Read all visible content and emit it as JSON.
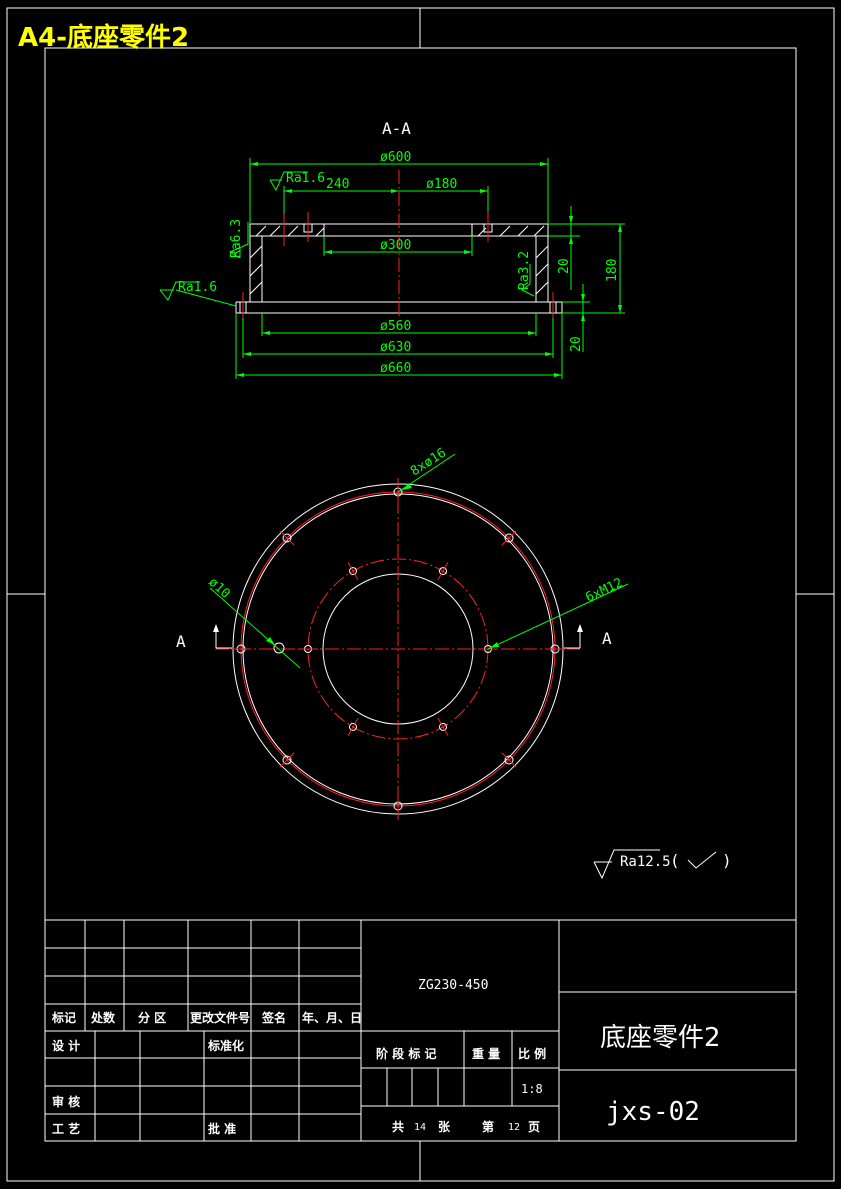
{
  "title": "A4-底座零件2",
  "colors": {
    "background": "#000000",
    "outline": "#ffffff",
    "dimension": "#00ff00",
    "centerline": "#ff2020",
    "title": "#ffff00"
  },
  "section_view": {
    "label": "A-A",
    "dims": {
      "outer_top": "ø600",
      "d240": "240",
      "d180": "ø180",
      "d300": "ø300",
      "d560": "ø560",
      "d630": "ø630",
      "d660": "ø660",
      "h20_top": "20",
      "h180": "180",
      "h20_bottom": "20"
    },
    "roughness": {
      "r1": "Ra1.6",
      "r2": "Ra6.3",
      "r3": "Ra1.6",
      "r4": "Ra3.2"
    }
  },
  "plan_view": {
    "hole_callout_outer": "8xø16",
    "hole_callout_inner": "6xM12",
    "pin_callout": "ø10",
    "section_mark_left": "A",
    "section_mark_right": "A"
  },
  "roughness_note": {
    "value": "Ra12.5",
    "open": "(",
    "close": ")"
  },
  "title_block": {
    "material": "ZG230-450",
    "part_name": "底座零件2",
    "drawing_no": "jxs-02",
    "scale": "1:8",
    "h_biaoji": "标记",
    "h_chushu": "处数",
    "h_fenqu": "分 区",
    "h_genggai": "更改文件号",
    "h_qianming": "签名",
    "h_nianyueri": "年、月、日",
    "l_sheji": "设 计",
    "l_biaozhunhua": "标准化",
    "l_shenhe": "审 核",
    "l_gongyi": "工 艺",
    "l_pizhun": "批 准",
    "l_jieduan": "阶 段 标 记",
    "l_zhongliang": "重 量",
    "l_bili": "比 例",
    "l_gong": "共",
    "total_sheets": "14",
    "l_zhang": "张",
    "l_di": "第",
    "sheet_no": "12",
    "l_ye": "页"
  }
}
